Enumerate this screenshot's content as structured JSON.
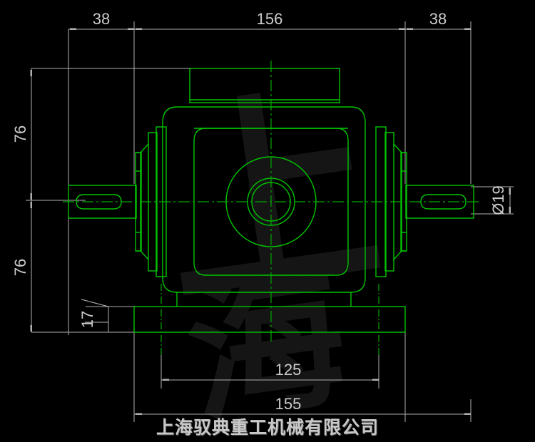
{
  "drawing": {
    "title": "Gearbox front elevation technical drawing",
    "background_color": "#000000",
    "geometry_color": "#00c000",
    "dimension_color": "#b0b0b0",
    "watermark_color": "#141414",
    "watermark_text": "上海",
    "view_type": "front-elevation"
  },
  "dimensions": {
    "top_left": "38",
    "top_center": "156",
    "top_right": "38",
    "left_upper": "76",
    "left_lower": "76",
    "base_thickness": "17",
    "bottom_inner": "125",
    "bottom_outer": "155",
    "shaft_diameter": "Ø19"
  },
  "footer": {
    "company": "上海驭典重工机械有限公司"
  }
}
